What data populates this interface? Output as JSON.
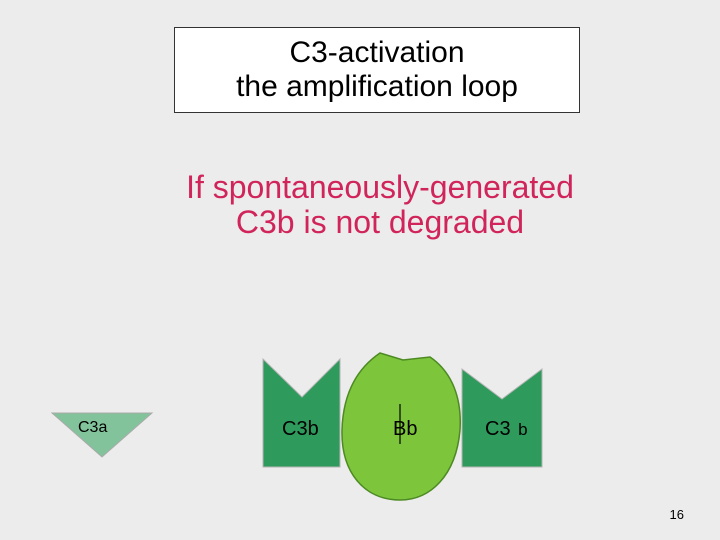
{
  "slide": {
    "title_line1": "C3-activation",
    "title_line2": "the amplification loop",
    "subtitle_line1": "If spontaneously-generated",
    "subtitle_line2": "C3b is not degraded",
    "page_number": "16"
  },
  "diagram": {
    "c3a_label": "C3a",
    "left_c3b_label": "C3b",
    "center_label": "Bb",
    "right_label_main": "C3",
    "right_label_sub": "b"
  },
  "colors": {
    "background": "#ececec",
    "subtitle": "#d0245a",
    "c3b_block": "#2e9a5c",
    "factor_b": "#7dc63b",
    "c3a_triangle": "#82c39b"
  }
}
